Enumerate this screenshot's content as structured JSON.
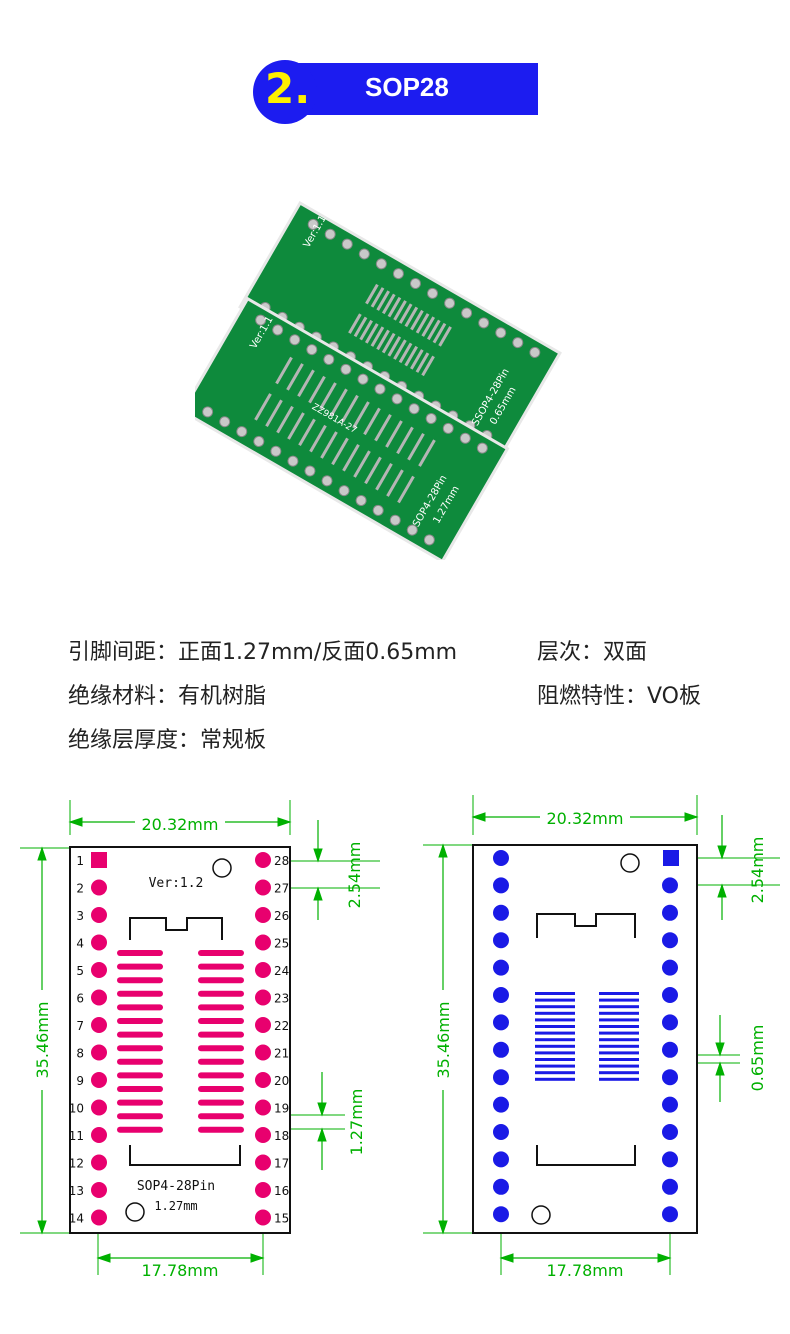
{
  "banner": {
    "number": "2.",
    "title": "SOP28"
  },
  "specs": {
    "pin_pitch": "引脚间距：正面1.27mm/反面0.65mm",
    "layers": "层次：双面",
    "material": "绝缘材料：有机树脂",
    "flame": "阻燃特性：VO板",
    "thickness": "绝缘层厚度：常规板"
  },
  "photo": {
    "top_board": {
      "version": "Ver:1.1",
      "label": "SSOP4-28Pin",
      "pitch": "0.65mm"
    },
    "bottom_board": {
      "version": "Ver:1.1",
      "label": "SOP4-28Pin",
      "pitch": "1.27mm",
      "code": "ZZ981A-27"
    }
  },
  "front": {
    "width": "20.32mm",
    "height": "35.46mm",
    "row_pitch": "2.54mm",
    "pad_pitch": "1.27mm",
    "inner_width": "17.78mm",
    "version": "Ver:1.2",
    "label": "SOP4-28Pin",
    "label_pitch": "1.27mm",
    "left_pins": [
      "1",
      "2",
      "3",
      "4",
      "5",
      "6",
      "7",
      "8",
      "9",
      "10",
      "11",
      "12",
      "13",
      "14"
    ],
    "right_pins": [
      "28",
      "27",
      "26",
      "25",
      "24",
      "23",
      "22",
      "21",
      "20",
      "19",
      "18",
      "17",
      "16",
      "15"
    ]
  },
  "back": {
    "width": "20.32mm",
    "height": "35.46mm",
    "row_pitch": "2.54mm",
    "pad_pitch": "0.65mm",
    "inner_width": "17.78mm"
  },
  "colors": {
    "banner": "#1c1cf0",
    "banner_number": "#ffef00",
    "front_pad": "#e8006e",
    "back_pad": "#1a1ae6",
    "dimension": "#00b000",
    "pcb": "#0e8a3c"
  }
}
